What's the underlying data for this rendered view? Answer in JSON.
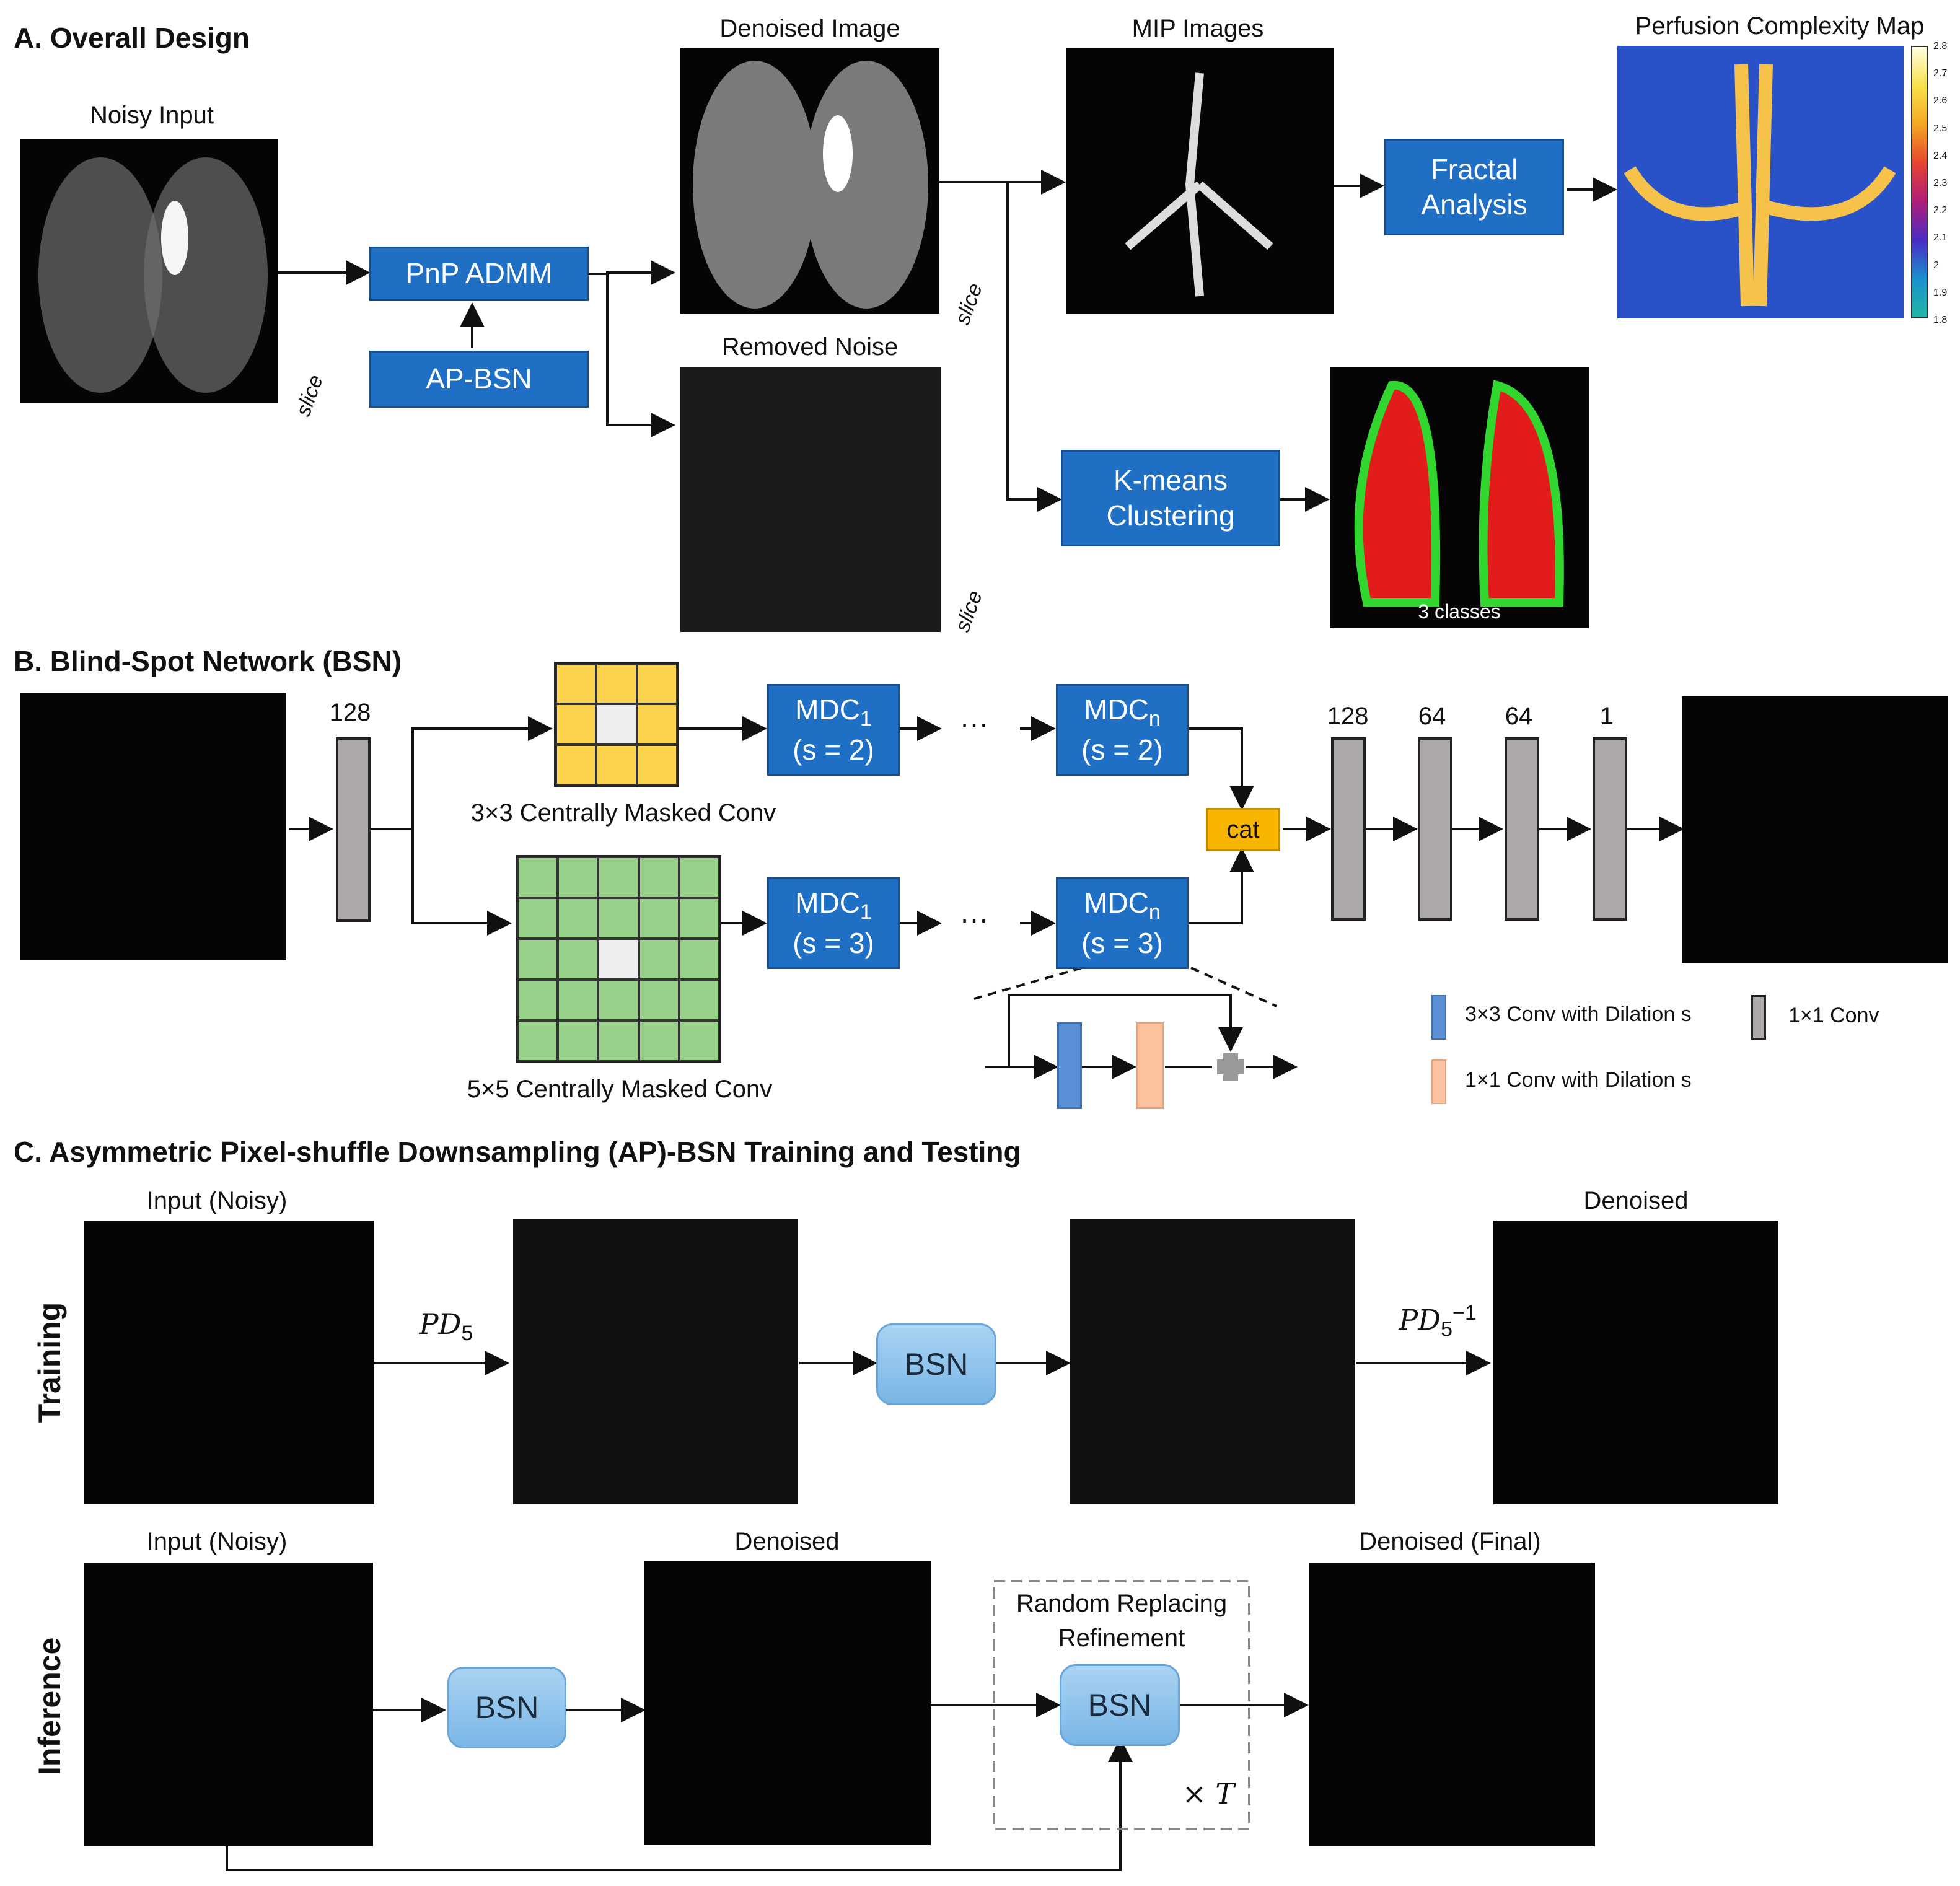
{
  "sectionA": {
    "title": "A. Overall Design",
    "noisy_input": "Noisy Input",
    "pnp_admm": "PnP ADMM",
    "ap_bsn": "AP-BSN",
    "denoised_image": "Denoised Image",
    "removed_noise": "Removed Noise",
    "mip_images": "MIP Images",
    "fractal_analysis": "Fractal Analysis",
    "perfusion_map": "Perfusion Complexity Map",
    "kmeans": "K-means Clustering",
    "classes": "3 classes",
    "slice": "slice",
    "colorbar_ticks": [
      "2.8",
      "2.7",
      "2.6",
      "2.5",
      "2.4",
      "2.3",
      "2.2",
      "2.1",
      "2",
      "1.9",
      "1.8"
    ]
  },
  "sectionB": {
    "title": "B. Blind-Spot Network (BSN)",
    "ch_128_left": "128",
    "masked3": "3×3 Centrally Masked Conv",
    "masked5": "5×5 Centrally Masked Conv",
    "mdc1_s2_a": "MDC",
    "mdc1_sub": "1",
    "mdc_s2": "(s = 2)",
    "mdcn_sub": "n",
    "mdc_s3": "(s = 3)",
    "ellipsis": "···",
    "cat": "cat",
    "channels": [
      "128",
      "64",
      "64",
      "1"
    ],
    "legend_blue": "3×3 Conv with Dilation s",
    "legend_orange": "1×1 Conv with Dilation s",
    "legend_gray": "1×1 Conv"
  },
  "sectionC": {
    "title": "C. Asymmetric Pixel-shuffle Downsampling (AP)-BSN Training and Testing",
    "training": "Training",
    "inference": "Inference",
    "input_noisy": "Input (Noisy)",
    "denoised": "Denoised",
    "denoised_final": "Denoised (Final)",
    "bsn": "BSN",
    "pd": "PD",
    "pd_sub": "5",
    "pd_inv_sup": "−1",
    "refinement_line1": "Random Replacing",
    "refinement_line2": "Refinement",
    "times_t": "× T"
  },
  "colors": {
    "blue_box": "#1f6fc5",
    "light_blue_box": "#8cc2ec",
    "gray_block": "#aca8a8",
    "yellow_cell": "#fdd34e",
    "green_cell": "#98d28a",
    "cat_box": "#f7b500",
    "legend_blue": "#5b8fd6",
    "legend_orange": "#fbc3a0"
  }
}
